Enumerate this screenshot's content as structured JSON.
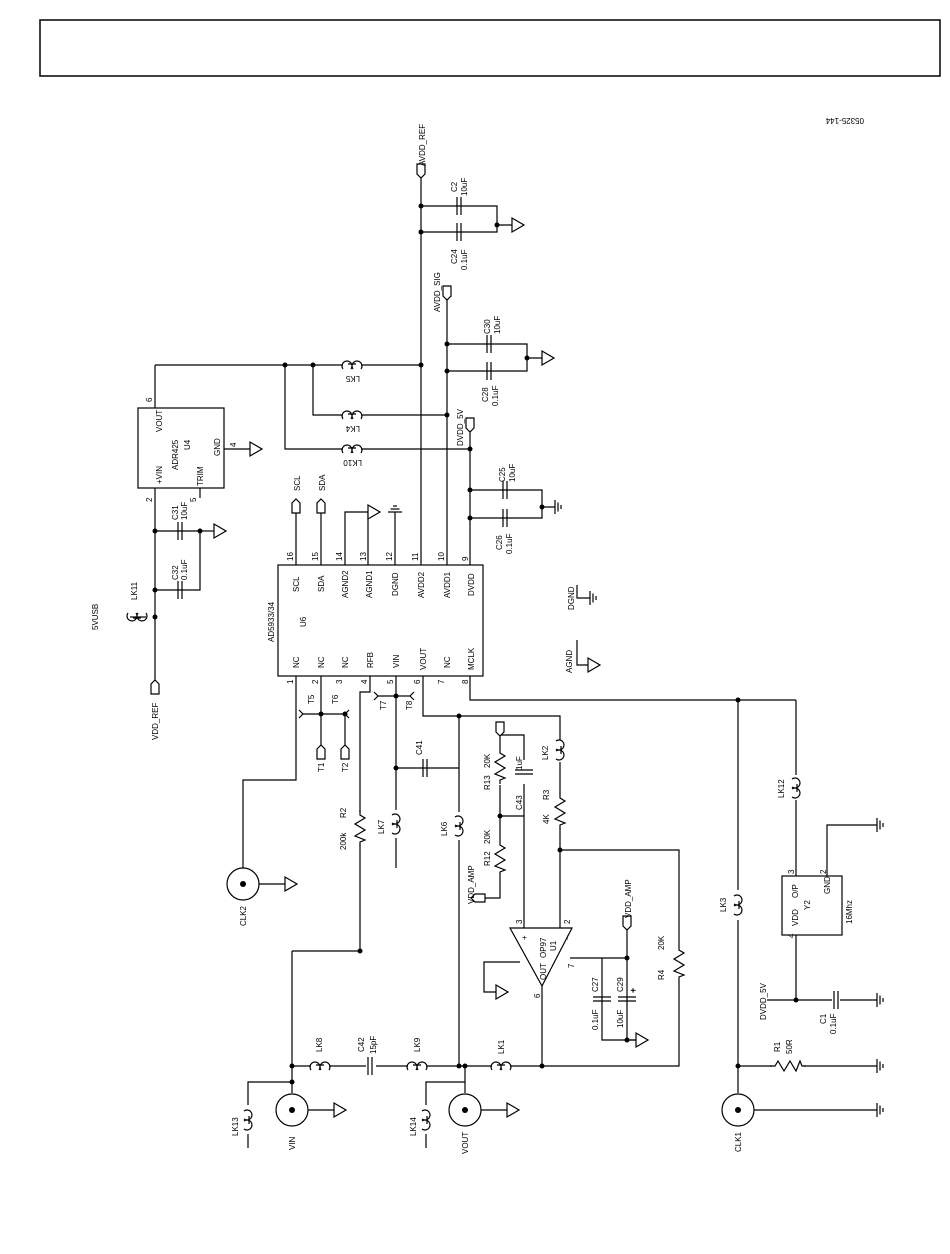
{
  "figure_id": "05325-144",
  "ics": {
    "u6": {
      "ref": "U6",
      "part": "AD5933/34",
      "pins_top": [
        {
          "num": "16",
          "name": "SCL"
        },
        {
          "num": "15",
          "name": "SDA"
        },
        {
          "num": "14",
          "name": "AGND2"
        },
        {
          "num": "13",
          "name": "AGND1"
        },
        {
          "num": "12",
          "name": "DGND"
        },
        {
          "num": "11",
          "name": "AVDD2"
        },
        {
          "num": "10",
          "name": "AVDD1"
        },
        {
          "num": "9",
          "name": "DVDD"
        }
      ],
      "pins_bottom": [
        {
          "num": "1",
          "name": "NC"
        },
        {
          "num": "2",
          "name": "NC"
        },
        {
          "num": "3",
          "name": "NC"
        },
        {
          "num": "4",
          "name": "RFB"
        },
        {
          "num": "5",
          "name": "VIN"
        },
        {
          "num": "6",
          "name": "VOUT"
        },
        {
          "num": "7",
          "name": "NC"
        },
        {
          "num": "8",
          "name": "MCLK"
        }
      ]
    },
    "u4": {
      "ref": "U4",
      "part": "ADR425",
      "pin_vout": "VOUT",
      "pin_vin": "+VIN",
      "pin_gnd": "GND",
      "pin_trim": "TRIM",
      "num_vout": "6",
      "num_vin": "2",
      "num_gnd": "4",
      "num_trim": "5"
    },
    "u1": {
      "ref": "U1",
      "part": "OP97",
      "out": "OUT",
      "num_out": "6",
      "num_in3": "3",
      "num_in2": "2",
      "num_7": "7",
      "plus": "+",
      "minus": "−"
    },
    "y2": {
      "ref": "Y2",
      "vdd": "VDD",
      "op": "O/P",
      "gnd": "GND",
      "freq": "16Mhz",
      "n4": "4",
      "n3": "3",
      "n2": "2"
    }
  },
  "nets": {
    "avdd_ref": "AVDD_REF",
    "avdd_sig": "AVDD_SIG",
    "dvdd_5v": "DVDD_5V",
    "dvdd_5v_y2": "DVDD_5V",
    "vdd_ref": "VDD_REF",
    "usb5v": "5VUSB",
    "vdd_amp1": "VDD_AMP",
    "vdd_amp2": "VDD_AMP",
    "dgnd": "DGND",
    "agnd": "AGND"
  },
  "caps": {
    "c2": {
      "ref": "C2",
      "value": "10uF"
    },
    "c24": {
      "ref": "C24",
      "value": "0.1uF"
    },
    "c30": {
      "ref": "C30",
      "value": "10uF"
    },
    "c28": {
      "ref": "C28",
      "value": "0.1uF"
    },
    "c25": {
      "ref": "C25",
      "value": "10uF"
    },
    "c26": {
      "ref": "C26",
      "value": "0.1uF"
    },
    "c31": {
      "ref": "C31",
      "value": "10uF"
    },
    "c32": {
      "ref": "C32",
      "value": "0.1uF"
    },
    "c41": {
      "ref": "C41",
      "value": ""
    },
    "c43": {
      "ref": "C43",
      "value": "1uF"
    },
    "c42": {
      "ref": "C42",
      "value": "15pF"
    },
    "c27": {
      "ref": "C27",
      "value": "0.1uF"
    },
    "c29": {
      "ref": "C29",
      "value": "10uF"
    },
    "c1": {
      "ref": "C1",
      "value": "0.1uF"
    }
  },
  "resistors": {
    "r2": {
      "ref": "R2",
      "value": "200k"
    },
    "r13": {
      "ref": "R13",
      "value": "20K"
    },
    "r12": {
      "ref": "R12",
      "value": "20K"
    },
    "r3": {
      "ref": "R3",
      "value": "4K"
    },
    "r4": {
      "ref": "R4",
      "value": "20K"
    },
    "r1": {
      "ref": "R1",
      "value": "50R"
    }
  },
  "links": {
    "lk1": "LK1",
    "lk2": "LK2",
    "lk3": "LK3",
    "lk4": "LK4",
    "lk5": "LK5",
    "lk6": "LK6",
    "lk7": "LK7",
    "lk8": "LK8",
    "lk9": "LK9",
    "lk10": "LK10",
    "lk11": "LK11",
    "lk12": "LK12",
    "lk13": "LK13",
    "lk14": "LK14"
  },
  "test_points": {
    "t1": "T1",
    "t2": "T2",
    "t5": "T5",
    "t6": "T6",
    "t7": "T7",
    "t8": "T8"
  },
  "connectors": {
    "clk1": "CLK1",
    "clk2": "CLK2",
    "vin": "VIN",
    "vout": "VOUT"
  }
}
